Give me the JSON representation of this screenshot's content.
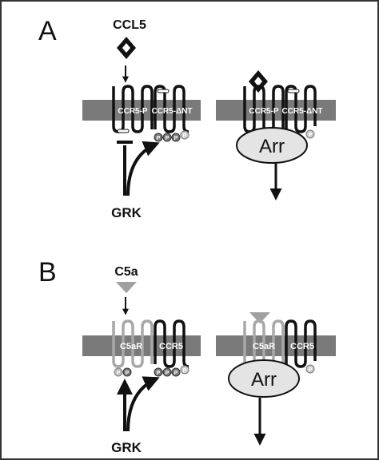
{
  "panels": [
    {
      "letter": "A",
      "ligand": "CCL5",
      "receptor_left": "CCR5-P",
      "receptor_right": "CCR5-ΔNT",
      "kinase": "GRK",
      "arrestin": "Arr"
    },
    {
      "letter": "B",
      "ligand": "C5a",
      "receptor_left": "C5aR",
      "receptor_right": "CCR5",
      "kinase": "GRK",
      "arrestin": "Arr"
    }
  ],
  "phospho_label": "P",
  "colors": {
    "membrane": "#7a7a7a",
    "receptor_dark": "#111111",
    "receptor_light": "#a8a8a8",
    "c5a": "#a0a0a0",
    "arrestin_fill": "#e4e4e4",
    "border": "#333333"
  }
}
